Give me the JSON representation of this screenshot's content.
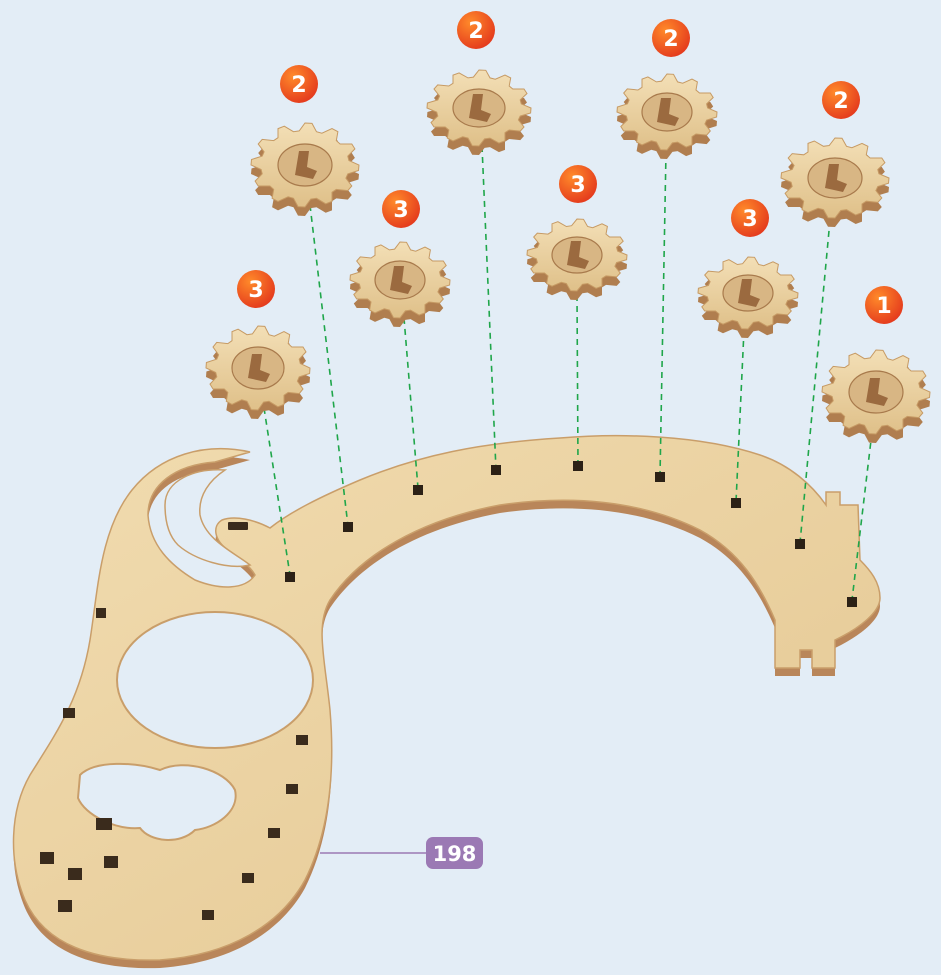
{
  "part_label": {
    "number": "198",
    "color": "#9b79b4"
  },
  "badge_color": "#e8401f",
  "guide_color": "#1fa64a",
  "wood_color": "#e8cf9f",
  "gears": [
    {
      "id": "gear-1",
      "count": "3"
    },
    {
      "id": "gear-2",
      "count": "2"
    },
    {
      "id": "gear-3",
      "count": "3"
    },
    {
      "id": "gear-4",
      "count": "2"
    },
    {
      "id": "gear-5",
      "count": "3"
    },
    {
      "id": "gear-6",
      "count": "2"
    },
    {
      "id": "gear-7",
      "count": "3"
    },
    {
      "id": "gear-8",
      "count": "2"
    },
    {
      "id": "gear-9",
      "count": "1"
    }
  ]
}
